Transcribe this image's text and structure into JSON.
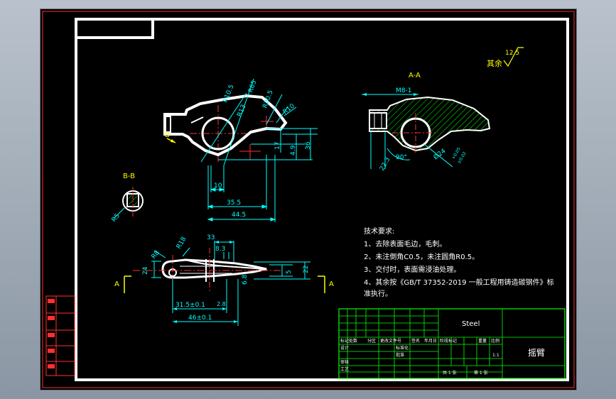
{
  "dimensions": {
    "r10_5": "R10.5",
    "r65": "R65",
    "r20_5": "R20.5",
    "r13": "R13",
    "r10": "R10",
    "d17": "17",
    "d4_9": "4.9",
    "d36": "36",
    "d10": "10",
    "d35_5": "35.5",
    "d44_5": "44.5",
    "m8": "M8-1",
    "deg90": "90°",
    "d22_3": "22.3",
    "phi24": "Ø24",
    "tol_upper": "+0.05",
    "tol_lower": "±0.02",
    "r5": "R5",
    "d33": "33",
    "d8_3": "8.3",
    "d24": "24",
    "d5": "5",
    "d22": "22",
    "d31_5": "31.5±0.1",
    "d2_8": "2.8",
    "d46": "46±0.1",
    "r8": "R8",
    "r18": "R18",
    "d6_8": "6.8"
  },
  "views": {
    "section_aa": "A-A",
    "section_bb": "B-B",
    "arrow_a": "A",
    "arrow_b": "B"
  },
  "roughness": {
    "rest_label": "其余",
    "value": "12.5"
  },
  "notes": {
    "title": "技术要求:",
    "lines": [
      "1、去除表面毛边，毛刺。",
      "2、未注倒角C0.5，未注圆角R0.5。",
      "3、交付时，表面需浸油处理。",
      "4、其余按《GB/T 37352-2019 一般工程用铸造碳钢件》标",
      "准执行。"
    ]
  },
  "title_block": {
    "material": "Steel",
    "part_name": "摇臂",
    "header_cells": [
      "标记",
      "处数",
      "分区",
      "更改文件号",
      "签名",
      "年月日"
    ],
    "row_design": "设计",
    "row_check": "审核",
    "row_process": "工艺",
    "standardize": "标准化",
    "approve": "批准",
    "stage_mark": "阶段标记",
    "weight": "重量",
    "scale_label": "比例",
    "scale_value": "1:1",
    "sheets_total": "共 1 张",
    "sheet_no": "第 1 张"
  },
  "colors": {
    "outline": "#ffffff",
    "dimension": "#00ffff",
    "centerline": "#ff3030",
    "hatch": "#00ff00",
    "annotation": "#ffff00"
  }
}
